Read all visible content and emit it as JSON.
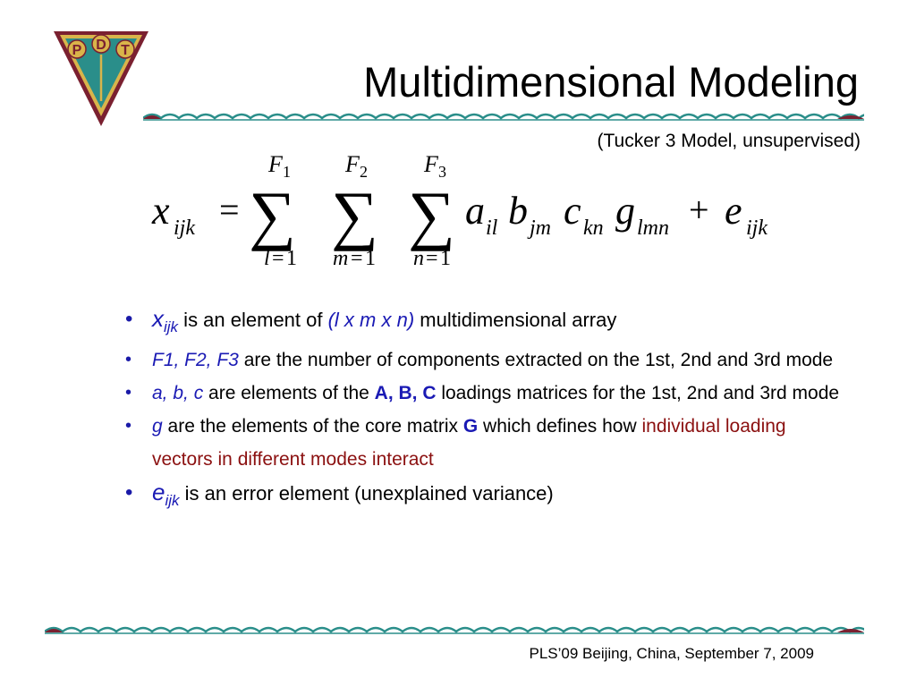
{
  "logo": {
    "letters": [
      "P",
      "D",
      "T"
    ],
    "icon": "pdt-triangle-logo-icon",
    "colors": {
      "outer": "#7a2030",
      "gold": "#d9b44a",
      "inner": "#2a8e8a"
    }
  },
  "title": "Multidimensional Modeling",
  "subtitle": "(Tucker 3 Model, unsupervised)",
  "equation": {
    "lhs": "x",
    "lhs_sub": "ijk",
    "equals": "=",
    "sums": [
      {
        "upper": "F",
        "upper_sub": "1",
        "lower_var": "l",
        "lower_eq": "=",
        "lower_val": "1"
      },
      {
        "upper": "F",
        "upper_sub": "2",
        "lower_var": "m",
        "lower_eq": "=",
        "lower_val": "1"
      },
      {
        "upper": "F",
        "upper_sub": "3",
        "lower_var": "n",
        "lower_eq": "=",
        "lower_val": "1"
      }
    ],
    "sigma": "∑",
    "terms": [
      {
        "sym": "a",
        "sub": "il"
      },
      {
        "sym": "b",
        "sub": "jm"
      },
      {
        "sym": "c",
        "sub": "kn"
      },
      {
        "sym": "g",
        "sub": "lmn"
      }
    ],
    "plus": "+",
    "error": "e",
    "error_sub": "ijk"
  },
  "bullets": {
    "b1": {
      "sym": "x",
      "sub": "ijk",
      "t1": " is an element of ",
      "em": "(l x m x n)",
      "t2": " multidimensional array"
    },
    "b2": {
      "em": "F1, F2, F3",
      "t1": " are the number of components extracted on the 1st, 2nd and 3rd mode"
    },
    "b3": {
      "em": "a, b, c",
      "t1": " are elements of the ",
      "strong": "A, B, C",
      "t2": " loadings matrices for the 1st, 2nd and 3rd mode"
    },
    "b4": {
      "em": "g",
      "t1": " are the elements of the core matrix ",
      "strong": "G",
      "t2": " which defines how ",
      "highlight": "individual loading vectors in different modes interact"
    },
    "b5": {
      "sym": "e",
      "sub": "ijk",
      "t1": " is an error element (unexplained variance)"
    }
  },
  "footer": "PLS’09 Beijing, China, September 7, 2009",
  "colors": {
    "accent_blue": "#1a1ab4",
    "highlight_red": "#8b1010",
    "wave_teal": "#2a8e8a",
    "wave_maroon": "#7a2030"
  }
}
